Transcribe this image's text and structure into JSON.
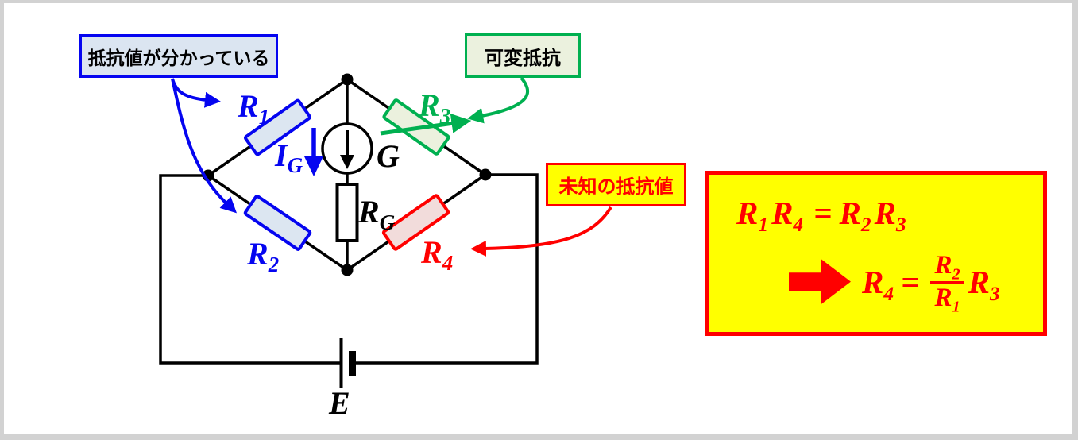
{
  "callouts": {
    "known_resistance": {
      "label": "抵抗値が分かっている"
    },
    "variable_resistor": {
      "label": "可変抵抗"
    },
    "unknown_resistance": {
      "label": "未知の抵抗値"
    }
  },
  "circuit": {
    "r1": {
      "base": "R",
      "sub": "1"
    },
    "r2": {
      "base": "R",
      "sub": "2"
    },
    "r3": {
      "base": "R",
      "sub": "3"
    },
    "r4": {
      "base": "R",
      "sub": "4"
    },
    "galvanometer_label": "G",
    "galvanometer_current": {
      "base": "I",
      "sub": "G"
    },
    "galvanometer_resistance": {
      "base": "R",
      "sub": "G"
    },
    "battery_label": "E"
  },
  "equations": {
    "balance": {
      "t1b": "R",
      "t1s": "1",
      "t2b": "R",
      "t2s": "4",
      "eq": "=",
      "t3b": "R",
      "t3s": "2",
      "t4b": "R",
      "t4s": "3"
    },
    "solved": {
      "lb": "R",
      "ls": "4",
      "eq": "=",
      "numb": "R",
      "nums": "2",
      "denb": "R",
      "dens": "1",
      "fb": "R",
      "fs": "3"
    }
  },
  "colors": {
    "blue": "#0505F0",
    "green": "#00B050",
    "red": "#FF0000",
    "yellow": "#FFFF00",
    "resistor_blue_fill": "#DCE6F1",
    "resistor_green_fill": "#EBF1DE",
    "resistor_red_fill": "#F2DCDB",
    "wire": "#000000",
    "frame_gray": "#D2D2D2"
  }
}
